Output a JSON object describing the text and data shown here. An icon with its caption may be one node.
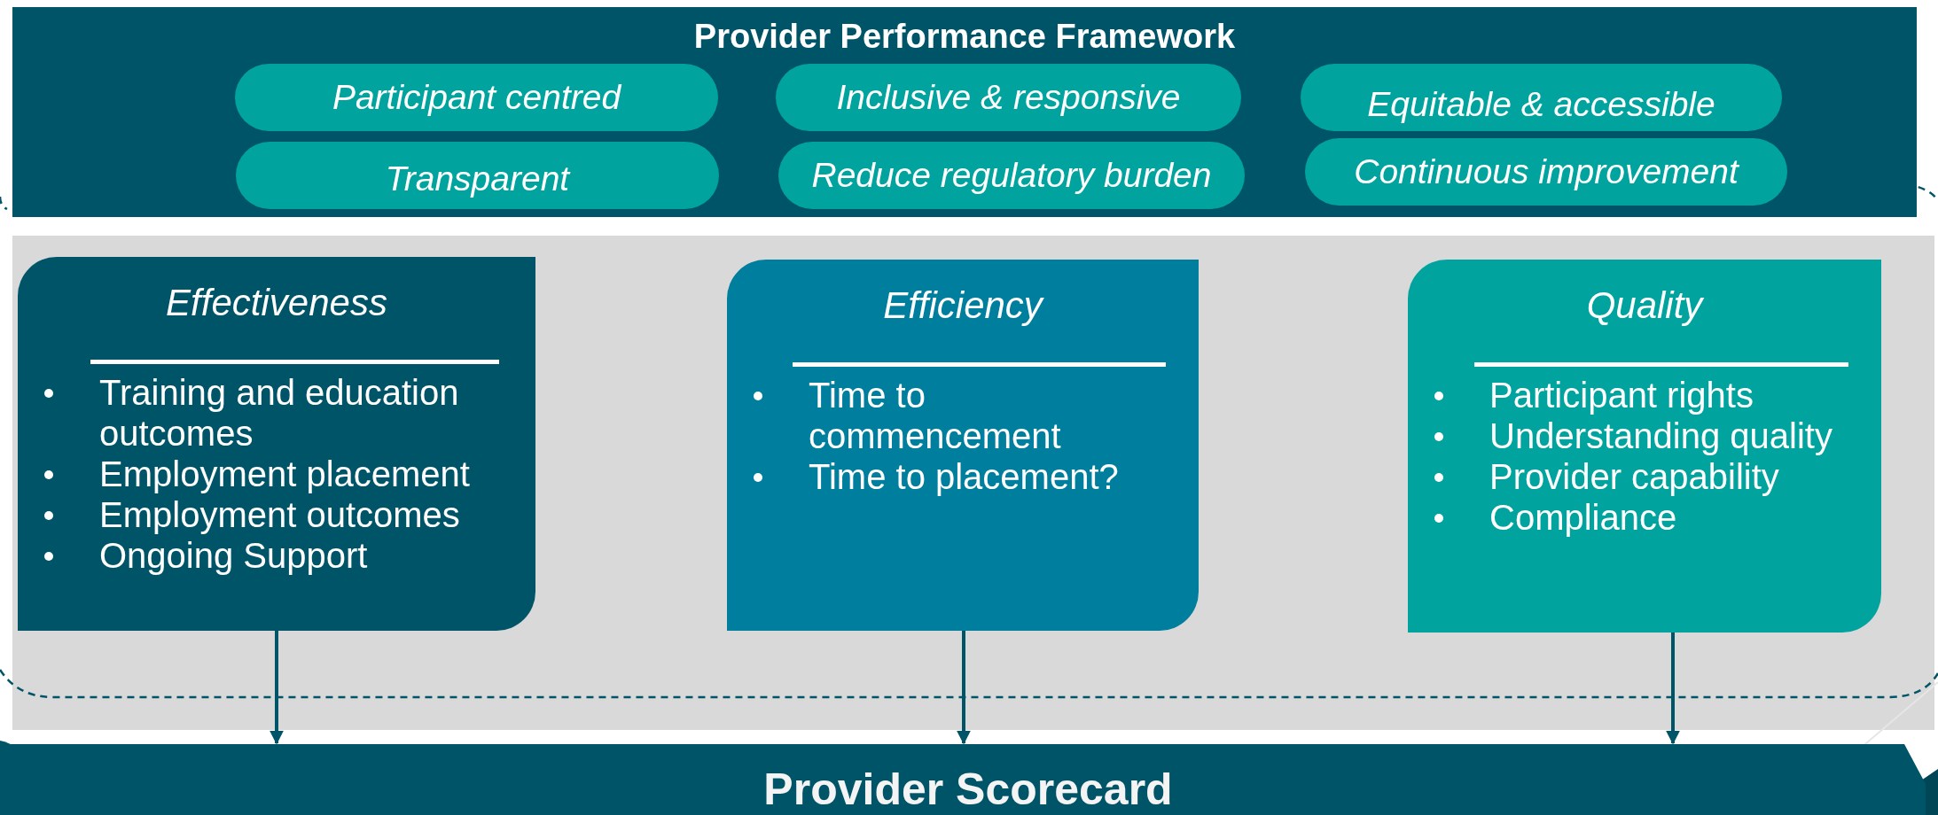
{
  "diagram": {
    "nodes": [
      {
        "text": [
          "Provider Performance Framework"
        ]
      },
      {
        "text": [
          "Participant centred"
        ],
        "in": 0
      },
      {
        "text": [
          "Inclusive & responsive"
        ],
        "in": 0
      },
      {
        "text": [
          "Equitable & accessible"
        ],
        "in": 0
      },
      {
        "text": [
          "Transparent"
        ],
        "in": 0
      },
      {
        "text": [
          "Reduce regulatory burden"
        ],
        "in": 0
      },
      {
        "text": [
          "Continuous improvement"
        ],
        "in": 0
      },
      {
        "text": [
          "Effectiveness",
          "Training and education outcomes",
          "Employment placement",
          "Employment outcomes",
          "Ongoing Support"
        ]
      },
      {
        "text": [
          "Efficiency",
          "Time to commencement",
          "Time to placement?"
        ]
      },
      {
        "text": [
          "Quality",
          "Participant rights",
          "Understanding quality",
          "Provider capability",
          "Compliance"
        ]
      },
      {
        "text": [
          "Provider Scorecard"
        ]
      }
    ],
    "edges": [
      {
        "from": 7,
        "to": 10,
        "arrow": "to"
      },
      {
        "from": 8,
        "to": 10,
        "arrow": "to"
      },
      {
        "from": 9,
        "to": 10,
        "arrow": "to"
      }
    ]
  }
}
